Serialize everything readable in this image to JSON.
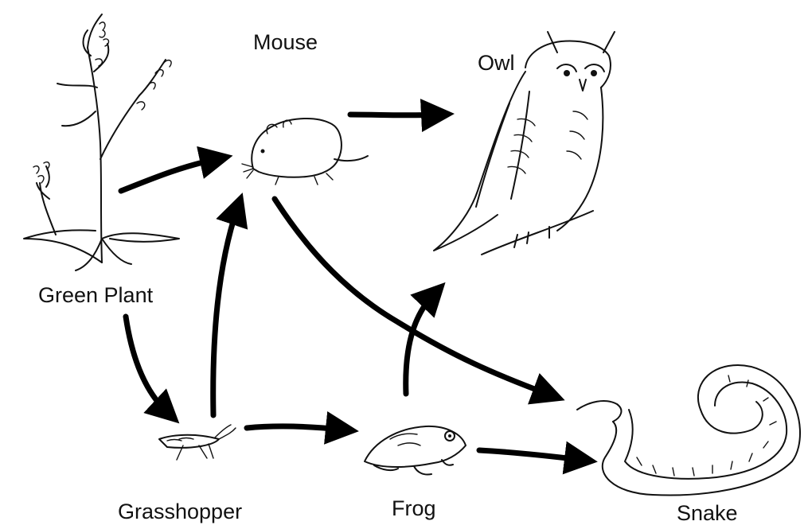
{
  "organisms": {
    "green_plant": "Green Plant",
    "mouse": "Mouse",
    "owl": "Owl",
    "grasshopper": "Grasshopper",
    "frog": "Frog",
    "snake": "Snake"
  },
  "arrows": [
    {
      "from": "Green Plant",
      "to": "Mouse"
    },
    {
      "from": "Green Plant",
      "to": "Grasshopper"
    },
    {
      "from": "Grasshopper",
      "to": "Mouse"
    },
    {
      "from": "Grasshopper",
      "to": "Frog"
    },
    {
      "from": "Mouse",
      "to": "Owl"
    },
    {
      "from": "Mouse",
      "to": "Snake"
    },
    {
      "from": "Frog",
      "to": "Owl"
    },
    {
      "from": "Frog",
      "to": "Snake"
    }
  ]
}
